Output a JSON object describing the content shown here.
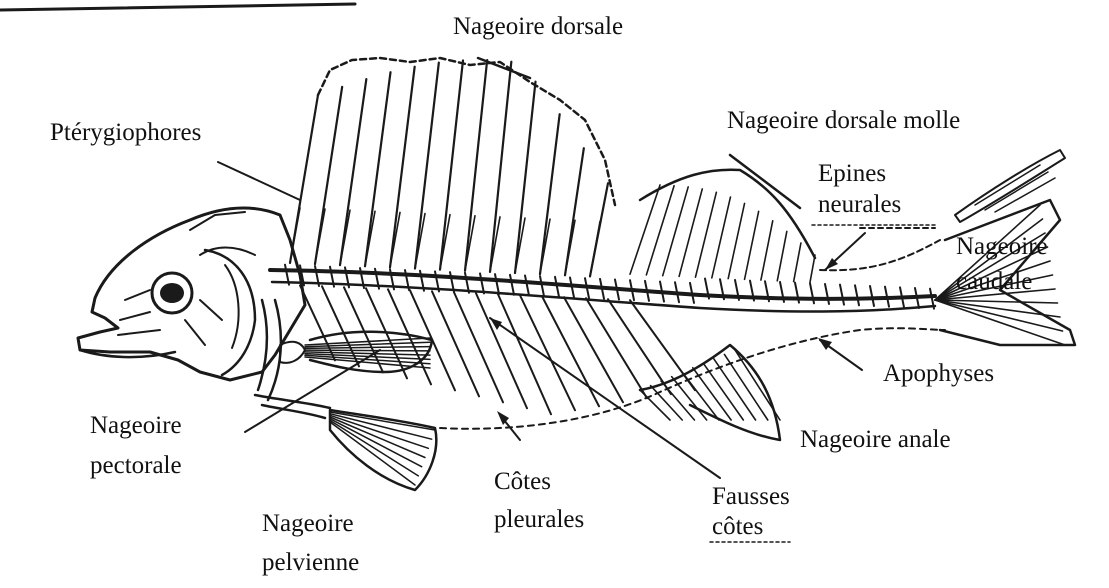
{
  "diagram": {
    "labels": {
      "nageoire_dorsale": "Nageoire dorsale",
      "pterygiophores": "Ptérygiophores",
      "nageoire_dorsale_molle": "Nageoire dorsale molle",
      "epines_line1": "Epines",
      "epines_line2": "neurales",
      "caudale_line1": "Nageoire",
      "caudale_line2": "caudale",
      "apophyses": "Apophyses",
      "pectorale_line1": "Nageoire",
      "pectorale_line2": "pectorale",
      "anale": "Nageoire anale",
      "cotes_line1": "Côtes",
      "cotes_line2": "pleurales",
      "fausses_line1": "Fausses",
      "fausses_line2": "côtes",
      "pelvienne_line1": "Nageoire",
      "pelvienne_line2": "pelvienne"
    },
    "colors": {
      "ink": "#1a1a1a",
      "background": "#ffffff"
    }
  }
}
